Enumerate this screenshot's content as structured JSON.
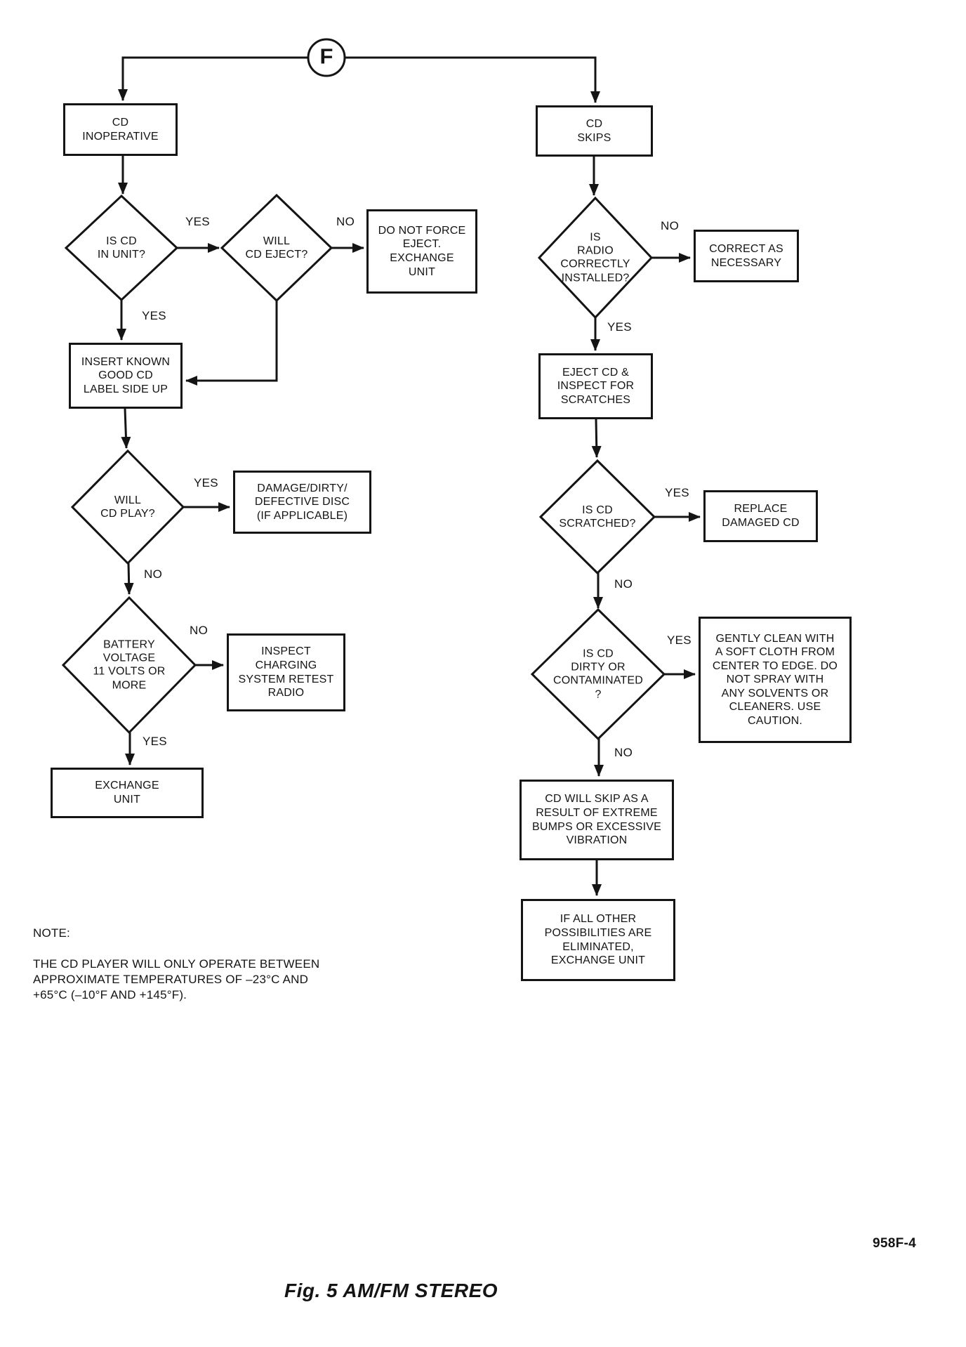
{
  "connector": {
    "label": "F"
  },
  "nodes": {
    "cd_inoperative": "CD\nINOPERATIVE",
    "is_cd_in_unit": "IS CD\nIN UNIT?",
    "will_cd_eject": "WILL\nCD EJECT?",
    "do_not_force_eject": "DO NOT FORCE\nEJECT.\nEXCHANGE\nUNIT",
    "insert_known_good_cd": "INSERT KNOWN\nGOOD CD\nLABEL SIDE UP",
    "will_cd_play": "WILL\nCD PLAY?",
    "damage_dirty_disc": "DAMAGE/DIRTY/\nDEFECTIVE DISC\n(IF APPLICABLE)",
    "battery_voltage": "BATTERY\nVOLTAGE\n11 VOLTS OR\nMORE",
    "inspect_charging": "INSPECT\nCHARGING\nSYSTEM RETEST\nRADIO",
    "exchange_unit": "EXCHANGE\nUNIT",
    "cd_skips": "CD\nSKIPS",
    "is_radio_installed": "IS\nRADIO\nCORRECTLY\nINSTALLED?",
    "correct_as_necessary": "CORRECT AS\nNECESSARY",
    "eject_cd_inspect": "EJECT CD &\nINSPECT FOR\nSCRATCHES",
    "is_cd_scratched": "IS CD\nSCRATCHED?",
    "replace_damaged_cd": "REPLACE\nDAMAGED CD",
    "is_cd_dirty": "IS CD\nDIRTY OR\nCONTAMINATED\n?",
    "gently_clean": "GENTLY CLEAN WITH\nA SOFT CLOTH FROM\nCENTER TO EDGE. DO\nNOT SPRAY WITH\nANY SOLVENTS OR\nCLEANERS. USE\nCAUTION.",
    "cd_will_skip": "CD WILL SKIP AS A\nRESULT OF EXTREME\nBUMPS OR EXCESSIVE\nVIBRATION",
    "if_all_other": "IF ALL OTHER\nPOSSIBILITIES ARE\nELIMINATED,\nEXCHANGE UNIT"
  },
  "edge_labels": {
    "in_unit_yes_right": "YES",
    "in_unit_yes_down": "YES",
    "will_eject_no": "NO",
    "will_play_yes": "YES",
    "will_play_no": "NO",
    "battery_no": "NO",
    "battery_yes": "YES",
    "radio_no": "NO",
    "radio_yes": "YES",
    "scratched_yes": "YES",
    "scratched_no": "NO",
    "dirty_yes": "YES",
    "dirty_no": "NO"
  },
  "note": {
    "title": "NOTE:",
    "body": "THE CD PLAYER WILL ONLY OPERATE BETWEEN\nAPPROXIMATE TEMPERATURES OF –23°C AND\n+65°C (–10°F AND +145°F)."
  },
  "footer": {
    "doc_number": "958F-4",
    "caption": "Fig. 5 AM/FM STEREO"
  }
}
